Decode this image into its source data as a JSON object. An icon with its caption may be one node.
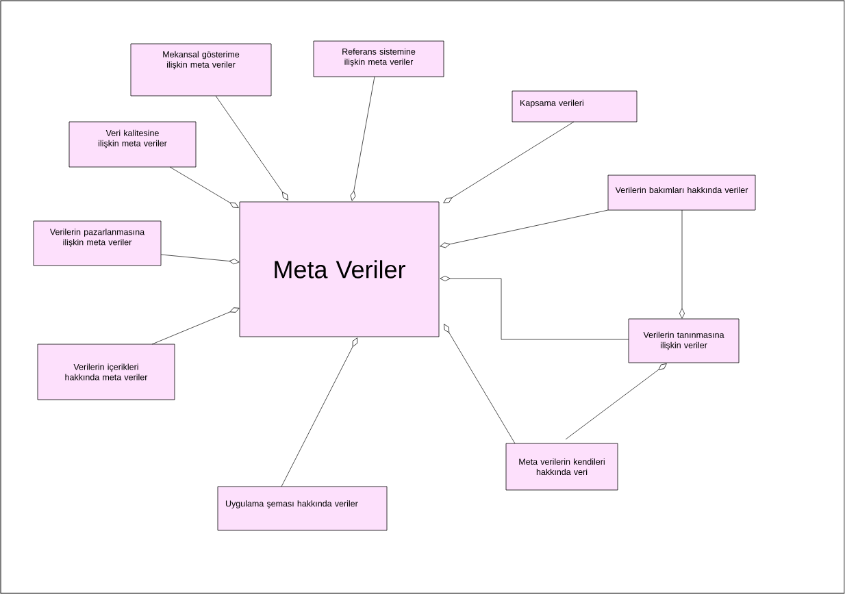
{
  "diagram": {
    "nodes": [
      {
        "text": [
          "Meta Veriler"
        ]
      },
      {
        "text": [
          "Mekansal gösterime  ilişkin meta veriler"
        ]
      },
      {
        "text": [
          "Referans sistemine ilişkin meta veriler"
        ]
      },
      {
        "text": [
          "Kapsama verileri"
        ]
      },
      {
        "text": [
          "Veri kalitesine ilişkin meta veriler"
        ]
      },
      {
        "text": [
          "Verilerin bakımları hakkında veriler"
        ]
      },
      {
        "text": [
          "Verilerin pazarlanmasına ilişkin meta veriler"
        ]
      },
      {
        "text": [
          "Verilerin tanınmasına ilişkin veriler"
        ]
      },
      {
        "text": [
          "Verilerin içerikleri hakkında meta veriler"
        ]
      },
      {
        "text": [
          "Meta verilerin kendileri hakkında veri"
        ]
      },
      {
        "text": [
          "Uygulama şeması hakkında veriler"
        ]
      }
    ],
    "edges": [
      {
        "from": 1,
        "to": 0,
        "arrow": "other"
      },
      {
        "from": 2,
        "to": 0,
        "arrow": "other"
      },
      {
        "from": 3,
        "to": 0,
        "arrow": "other"
      },
      {
        "from": 4,
        "to": 0,
        "arrow": "other"
      },
      {
        "from": 5,
        "to": 0,
        "arrow": "other"
      },
      {
        "from": 6,
        "to": 0,
        "arrow": "other"
      },
      {
        "from": 7,
        "to": 0,
        "arrow": "other"
      },
      {
        "from": 8,
        "to": 0,
        "arrow": "other"
      },
      {
        "from": 9,
        "to": 0,
        "arrow": "other"
      },
      {
        "from": 10,
        "to": 0,
        "arrow": "other"
      },
      {
        "from": 5,
        "to": 7,
        "arrow": "other"
      },
      {
        "from": 9,
        "to": 7,
        "arrow": "other"
      }
    ]
  }
}
